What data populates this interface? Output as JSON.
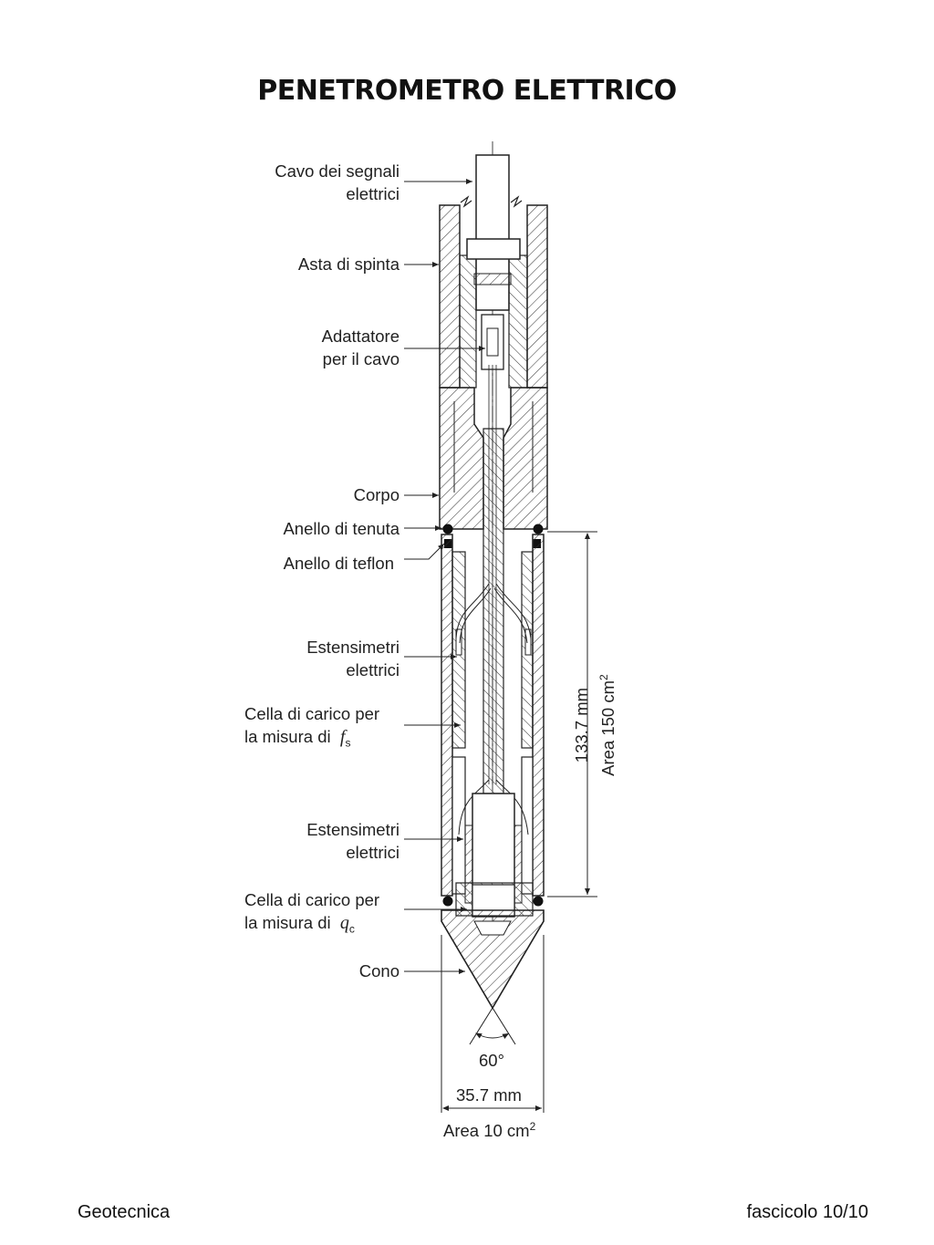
{
  "title": "PENETROMETRO ELETTRICO",
  "labels": {
    "cavo_line1": "Cavo dei segnali",
    "cavo_line2": "elettrici",
    "asta": "Asta di spinta",
    "adattatore_line1": "Adattatore",
    "adattatore_line2": "per il cavo",
    "corpo": "Corpo",
    "anello_tenuta": "Anello di tenuta",
    "anello_teflon": "Anello di teflon",
    "estensimetri1_line1": "Estensimetri",
    "estensimetri1_line2": "elettrici",
    "cella_fs_line1": "Cella di carico per",
    "cella_fs_line2": "la misura di",
    "cella_fs_symbol": "f",
    "cella_fs_sub": "s",
    "estensimetri2_line1": "Estensimetri",
    "estensimetri2_line2": "elettrici",
    "cella_qc_line1": "Cella di carico per",
    "cella_qc_line2": "la misura di",
    "cella_qc_symbol": "q",
    "cella_qc_sub": "c",
    "cono": "Cono"
  },
  "dimensions": {
    "length": "133.7 mm",
    "sleeve_area": "Area 150 cm",
    "sleeve_area_exp": "2",
    "angle": "60°",
    "diameter": "35.7 mm",
    "cone_area": "Area 10 cm",
    "cone_area_exp": "2"
  },
  "footer": {
    "left": "Geotecnica",
    "right": "fascicolo 10/10"
  }
}
